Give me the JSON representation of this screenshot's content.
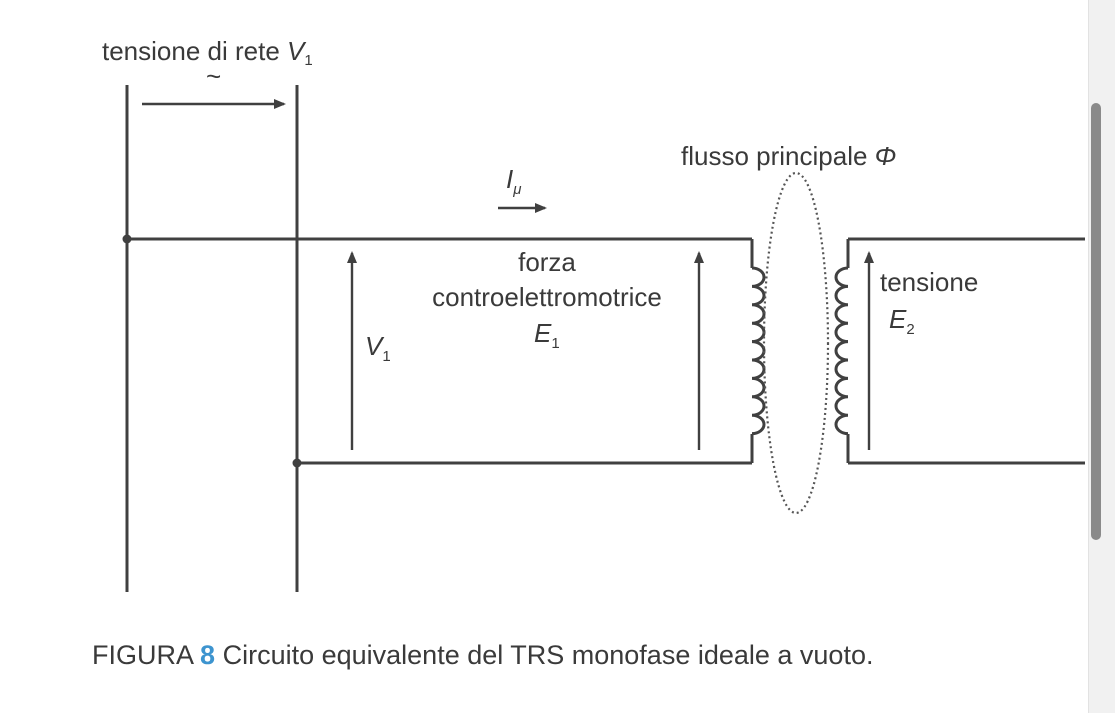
{
  "labels": {
    "mains_voltage": "tensione di rete",
    "mains_symbol": "V",
    "mains_sub": "1",
    "tilde": "~",
    "current_symbol": "I",
    "current_sub": "μ",
    "flux": "flusso principale",
    "flux_symbol": "Φ",
    "v1_symbol": "V",
    "v1_sub": "1",
    "emf_line1": "forza",
    "emf_line2": "controelettromotrice",
    "e1_symbol": "E",
    "e1_sub": "1",
    "voltage2": "tensione",
    "e2_symbol": "E",
    "e2_sub": "2"
  },
  "caption": {
    "prefix": "FIGURA",
    "number": "8",
    "text": "Circuito equivalente del TRS monofase ideale a vuoto."
  },
  "colors": {
    "line": "#404040",
    "text": "#3a3a3a",
    "figure_number": "#3d94cf"
  }
}
